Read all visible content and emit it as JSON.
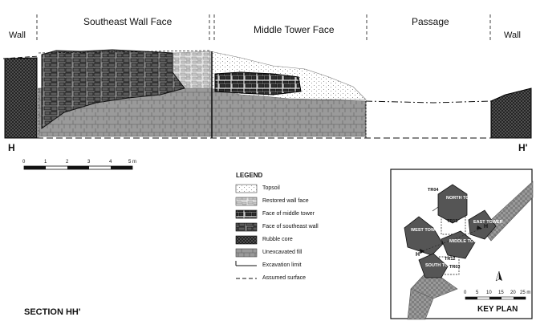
{
  "section": {
    "title": "SECTION HH'",
    "labels": {
      "wall_left": "Wall",
      "southeast_wall_face": "Southeast Wall Face",
      "middle_tower_face": "Middle Tower Face",
      "passage": "Passage",
      "wall_right": "Wall",
      "marker_left": "H",
      "marker_right": "H'"
    }
  },
  "scale_bar": {
    "ticks": [
      "0",
      "1",
      "2",
      "3",
      "4",
      "5 m"
    ]
  },
  "legend": {
    "title": "LEGEND",
    "items": [
      {
        "label": "Topsoil",
        "symbol": "dots-icon"
      },
      {
        "label": "Restored wall face",
        "symbol": "light-stones-icon"
      },
      {
        "label": "Face of middle tower",
        "symbol": "dark-stones-icon"
      },
      {
        "label": "Face of southeast wall",
        "symbol": "mid-stones-icon"
      },
      {
        "label": "Rubble core",
        "symbol": "crosshatch-icon"
      },
      {
        "label": "Unexcavated fill",
        "symbol": "grey-stones-icon"
      },
      {
        "label": "Excavation limit",
        "symbol": "line-icon"
      },
      {
        "label": "Assumed surface",
        "symbol": "dash-line-icon"
      }
    ]
  },
  "key_plan": {
    "title": "KEY PLAN",
    "towers": {
      "north": "NORTH TOWER",
      "west": "WEST TOWER",
      "east": "EAST TOWER",
      "middle": "MIDDLE TOWER",
      "south": "SOUTH TOWER"
    },
    "trenches": {
      "tr04": "TR04",
      "tr13": "TR13",
      "tr12": "TR12",
      "tr03": "TR03"
    },
    "section_marks": {
      "h": "H",
      "h_prime": "H'"
    },
    "scale_ticks": [
      "0",
      "5",
      "10",
      "15",
      "20",
      "25 m"
    ]
  },
  "colors": {
    "ink": "#111111",
    "core": "#3a3a3a",
    "fill": "#9a9a9a",
    "face": "#7a7a7a",
    "dark_face": "#2e2e2e",
    "light_face": "#cfcfcf",
    "tower": "#555555",
    "wall_band": "#8c8c8c"
  }
}
